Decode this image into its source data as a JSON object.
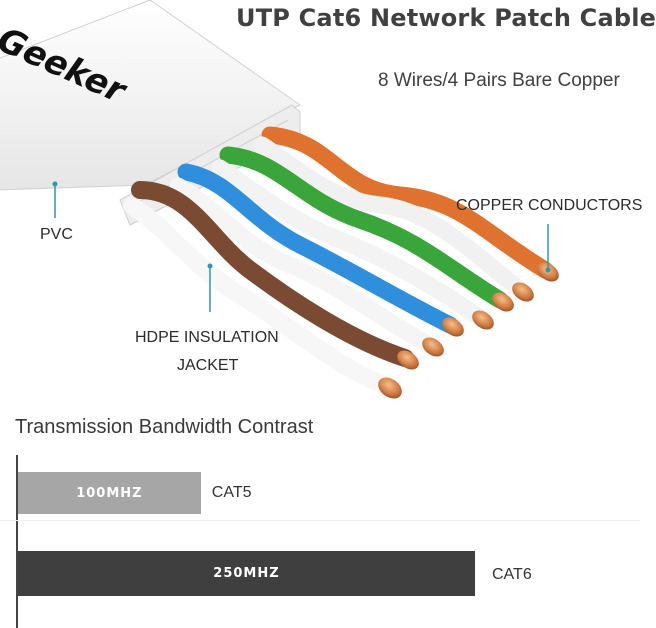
{
  "title": "UTP Cat6 Network Patch Cable",
  "subtitle": "8 Wires/4 Pairs Bare Copper",
  "brand": "Geeker",
  "callouts": {
    "pvc": "PVC",
    "hdpe_line1": "HDPE INSULATION",
    "hdpe_line2": "JACKET",
    "copper": "COPPER CONDUCTORS"
  },
  "bandwidth": {
    "title": "Transmission Bandwidth Contrast",
    "bars": [
      {
        "name": "CAT5",
        "label": "100MHZ",
        "value": 100,
        "color": "#a6a6a6"
      },
      {
        "name": "CAT6",
        "label": "250MHZ",
        "value": 250,
        "color": "#3f3f3f"
      }
    ]
  },
  "colors": {
    "accent": "#2e9aa3",
    "brown": "#7a4a33",
    "blue": "#2f8fdc",
    "green": "#3aa53a",
    "orange": "#e0722f",
    "copper": "#d7824a"
  }
}
